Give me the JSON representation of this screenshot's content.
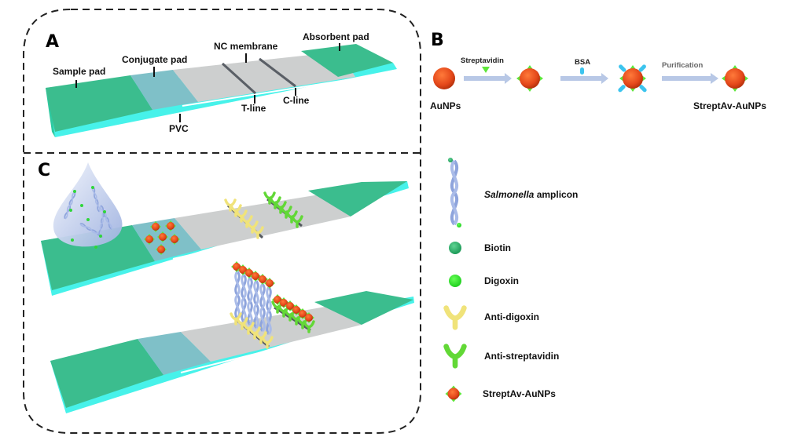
{
  "panels": {
    "A": {
      "letter": "A",
      "labels": {
        "sample_pad": "Sample pad",
        "conjugate_pad": "Conjugate pad",
        "nc_membrane": "NC membrane",
        "absorbent_pad": "Absorbent pad",
        "pvc": "PVC",
        "t_line": "T-line",
        "c_line": "C-line"
      }
    },
    "B": {
      "letter": "B",
      "start_label": "AuNPs",
      "end_label": "StreptAv-AuNPs",
      "steps": [
        "Streptavidin",
        "BSA",
        "Purification"
      ]
    },
    "C": {
      "letter": "C"
    }
  },
  "legend": [
    {
      "icon": "dna-amplicon-icon",
      "label_italic": "Salmonella",
      "label": " amplicon"
    },
    {
      "icon": "biotin-icon",
      "label": "Biotin"
    },
    {
      "icon": "digoxin-icon",
      "label": "Digoxin"
    },
    {
      "icon": "anti-digoxin-icon",
      "label": "Anti-digoxin"
    },
    {
      "icon": "anti-streptavidin-icon",
      "label": "Anti-streptavidin"
    },
    {
      "icon": "streptav-aunp-icon",
      "label": "StreptAv-AuNPs"
    }
  ],
  "colors": {
    "pad_green": "#3bbd8e",
    "backing_cyan": "#4ff5ee",
    "conjugate_blue": "#7fc0c8",
    "membrane_gray": "#cdcfcf",
    "line_dark": "#555a60",
    "aunp_orange": "#e8501f",
    "streptavidin_green": "#5ee63a",
    "bsa_blue": "#3cc4ee",
    "arrow_blue": "#b8c8e6",
    "anti_digoxin_yellow": "#f7ec86",
    "anti_strep_green": "#6fdc3a",
    "dna_blue": "#9aaee0"
  }
}
